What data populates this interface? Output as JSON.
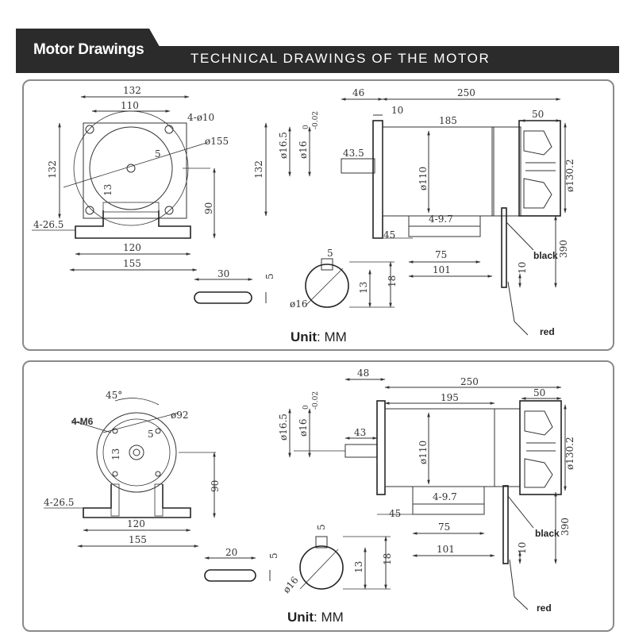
{
  "header": {
    "title": "Motor Drawings",
    "subtitle": "TECHNICAL DRAWINGS OF THE MOTOR"
  },
  "drawing1": {
    "front": {
      "w": "132",
      "inner": "110",
      "holes": "4-ø10",
      "pcd": "ø155",
      "five": "5",
      "thirteen": "13",
      "height": "132",
      "ninety": "90",
      "base_hole": "4-26.5",
      "base_inner": "120",
      "base_outer": "155"
    },
    "side": {
      "d46": "46",
      "d250": "250",
      "d10": "10",
      "d185": "185",
      "d50": "50",
      "d16_5": "ø16.5",
      "d16": "ø16",
      "tol_top": "0",
      "tol_bot": "-0.02",
      "d43_5": "43.5",
      "d132": "132",
      "d110": "ø110",
      "d130_2": "ø130.2",
      "d4_9_7": "4-9.7",
      "d45": "45",
      "d75": "75",
      "d101": "101",
      "d390": "390",
      "d10b": "10",
      "black": "black",
      "red": "red"
    },
    "key": {
      "len": "30",
      "w": "5"
    },
    "shaft": {
      "key": "5",
      "d13": "13",
      "d18": "18",
      "dia": "ø16"
    },
    "unit_label": "Unit",
    "unit_value": ": MM"
  },
  "drawing2": {
    "front": {
      "angle": "45°",
      "holes": "4-M6",
      "pcd": "ø92",
      "five": "5",
      "thirteen": "13",
      "ninety": "90",
      "base_hole": "4-26.5",
      "base_inner": "120",
      "base_outer": "155"
    },
    "side": {
      "d48": "48",
      "d250": "250",
      "d195": "195",
      "d50": "50",
      "d16_5": "ø16.5",
      "d16": "ø16",
      "tol_top": "0",
      "tol_bot": "-0.02",
      "d43": "43",
      "d110": "ø110",
      "d130_2": "ø130.2",
      "d4_9_7": "4-9.7",
      "d45": "45",
      "d75": "75",
      "d101": "101",
      "d390": "390",
      "d10b": "10",
      "black": "black",
      "red": "red"
    },
    "key": {
      "len": "20",
      "w": "5"
    },
    "shaft": {
      "key": "5",
      "d13": "13",
      "d18": "18",
      "dia": "ø16"
    },
    "unit_label": "Unit",
    "unit_value": ": MM"
  }
}
